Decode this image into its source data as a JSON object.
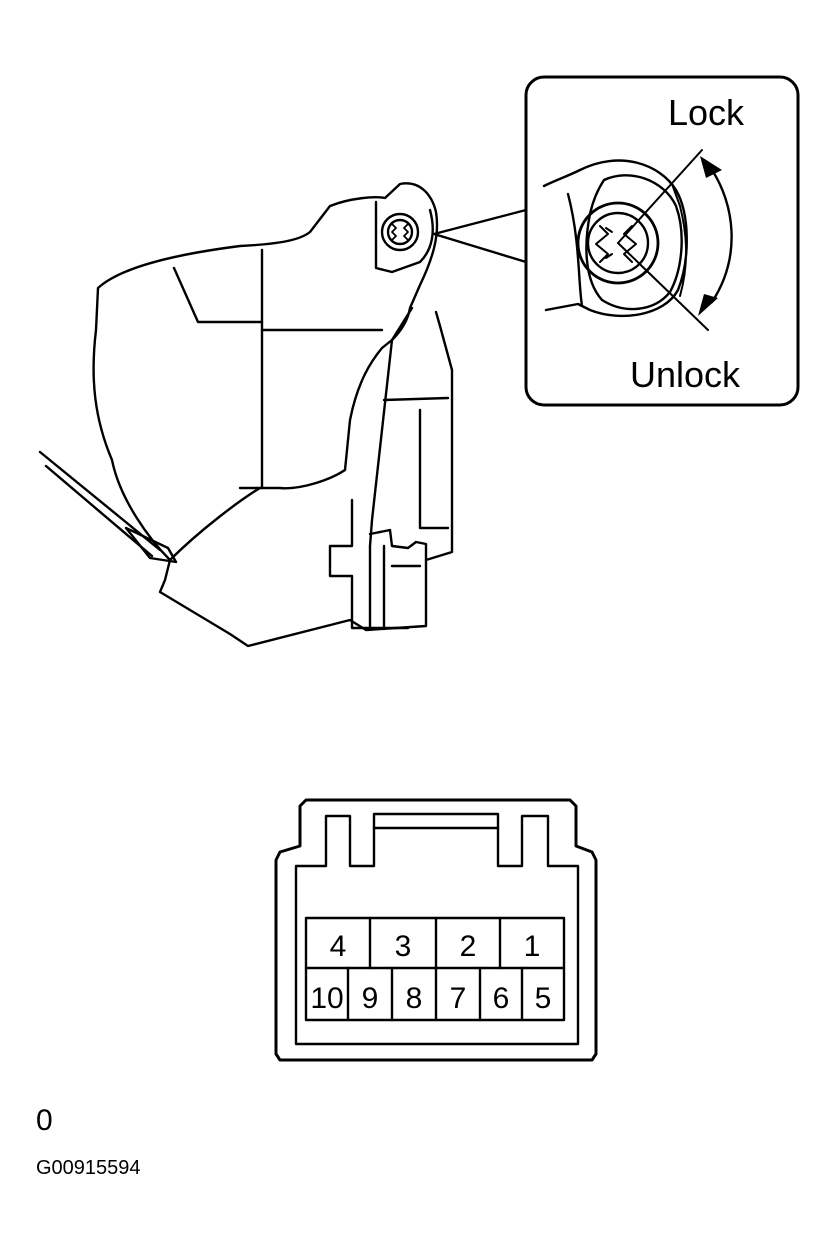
{
  "callout": {
    "lock_label": "Lock",
    "unlock_label": "Unlock"
  },
  "connector": {
    "top_row": [
      "4",
      "3",
      "2",
      "1"
    ],
    "bottom_row": [
      "10",
      "9",
      "8",
      "7",
      "6",
      "5"
    ]
  },
  "footer": {
    "marker": "0",
    "figure_code": "G00915594"
  }
}
